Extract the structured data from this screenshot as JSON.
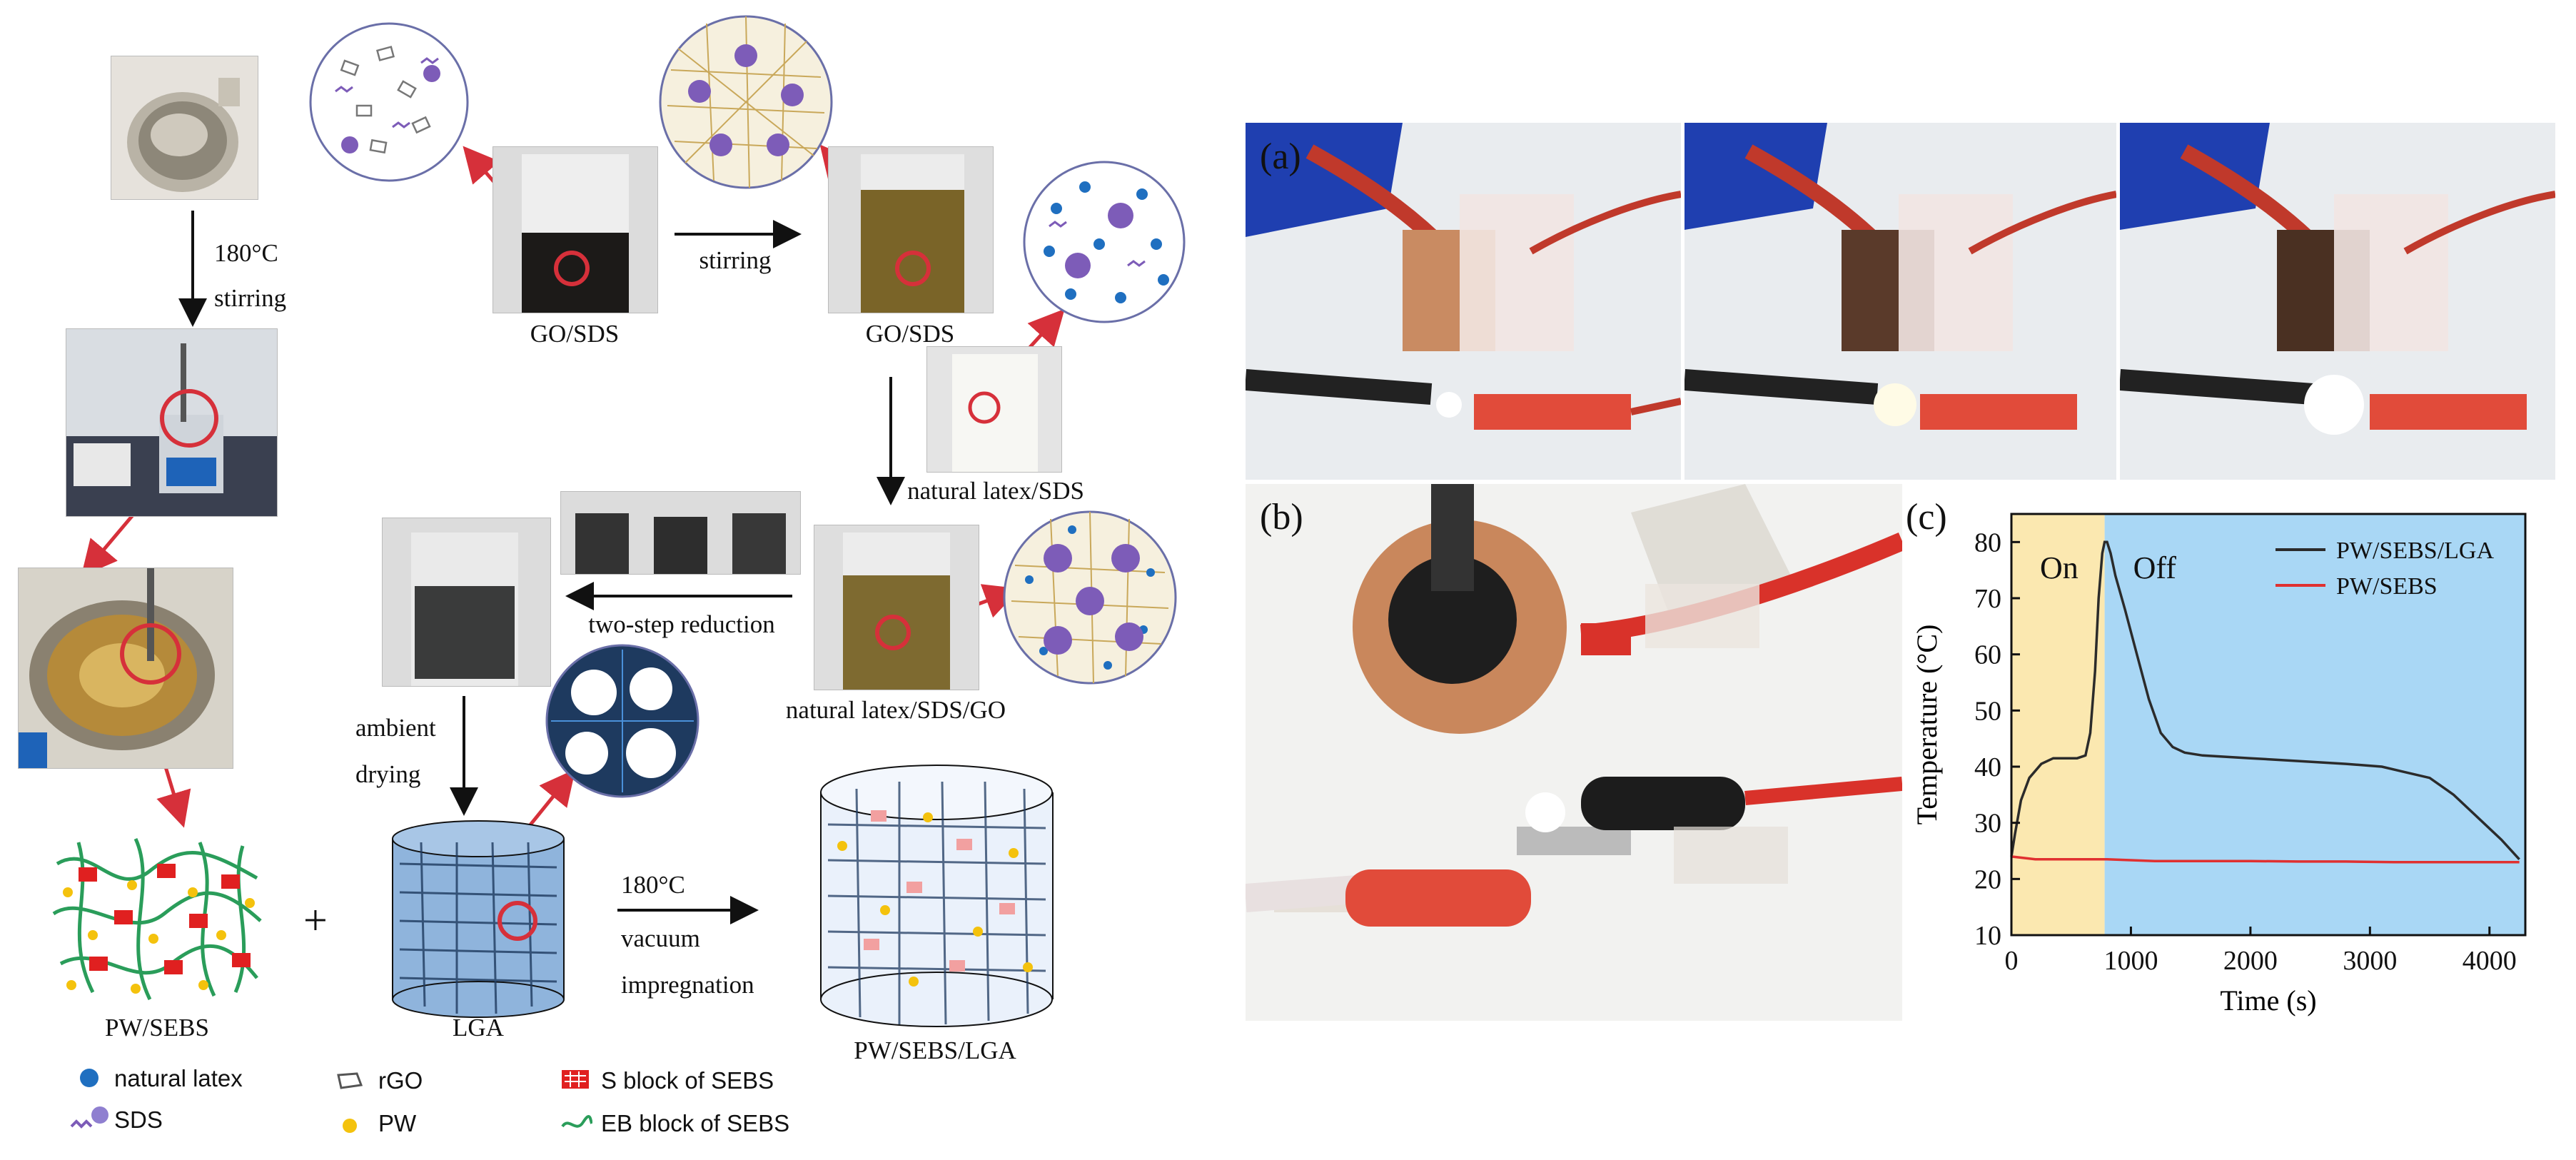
{
  "scheme": {
    "step_180c": "180°C",
    "step_stirring_1": "stirring",
    "label_go_sds_1": "GO/SDS",
    "step_stirring_2": "stirring",
    "label_go_sds_2": "GO/SDS",
    "label_natural_latex_sds": "natural latex/SDS",
    "step_two_step_reduction": "two-step reduction",
    "label_natural_latex_sds_go": "natural latex/SDS/GO",
    "step_ambient": "ambient",
    "step_drying": "drying",
    "label_pw_sebs": "PW/SEBS",
    "plus_sign": "+",
    "label_lga": "LGA",
    "step_180c_2": "180°C",
    "step_vacuum": "vacuum",
    "step_impregnation": "impregnation",
    "label_pw_sebs_lga": "PW/SEBS/LGA"
  },
  "legend": {
    "natural_latex": "natural latex",
    "sds": "SDS",
    "rgo": "rGO",
    "pw": "PW",
    "s_block": "S block of SEBS",
    "eb_block": "EB block of SEBS"
  },
  "panels": {
    "a": "(a)",
    "b": "(b)",
    "c": "(c)"
  },
  "colors": {
    "arrow_red": "#d6303a",
    "latex_blue": "#1f6fc0",
    "sds_purple": "#7d5cb8",
    "pw_yellow": "#f4c20d",
    "eb_green": "#2a9d5a",
    "s_block_red": "#e02020",
    "on_region": "#fbe8b0",
    "off_region": "#a9d7f5",
    "series_pw_sebs_lga": "#2b2b2b",
    "series_pw_sebs": "#e03030"
  },
  "chart_data": {
    "type": "line",
    "xlabel": "Time (s)",
    "ylabel": "Temperature (°C)",
    "xlim": [
      0,
      4300
    ],
    "ylim": [
      10,
      85
    ],
    "xticks": [
      0,
      1000,
      2000,
      3000,
      4000
    ],
    "yticks": [
      10,
      20,
      30,
      40,
      50,
      60,
      70,
      80
    ],
    "regions": [
      {
        "label": "On",
        "x0": 0,
        "x1": 780,
        "color": "#fbe8b0"
      },
      {
        "label": "Off",
        "x0": 780,
        "x1": 4300,
        "color": "#a9d7f5"
      }
    ],
    "legend_position": "top-right",
    "series": [
      {
        "name": "PW/SEBS/LGA",
        "color": "#2b2b2b",
        "x": [
          0,
          30,
          80,
          150,
          250,
          350,
          450,
          550,
          620,
          660,
          700,
          730,
          760,
          780,
          800,
          830,
          870,
          950,
          1050,
          1150,
          1250,
          1350,
          1450,
          1600,
          2000,
          2400,
          2800,
          3100,
          3300,
          3500,
          3700,
          3900,
          4100,
          4250
        ],
        "y": [
          24,
          28,
          34,
          38,
          40.5,
          41.5,
          41.5,
          41.5,
          42,
          46,
          57,
          70,
          78,
          80,
          80,
          78,
          74,
          68,
          60,
          52,
          46,
          43.5,
          42.5,
          42,
          41.5,
          41,
          40.5,
          40,
          39,
          38,
          35,
          31,
          27,
          23.5
        ]
      },
      {
        "name": "PW/SEBS",
        "color": "#e03030",
        "x": [
          0,
          200,
          500,
          800,
          1200,
          1600,
          2000,
          2400,
          2800,
          3200,
          3600,
          4000,
          4250
        ],
        "y": [
          24,
          23.5,
          23.5,
          23.5,
          23.2,
          23.2,
          23.2,
          23.1,
          23.1,
          23,
          23,
          23,
          23
        ]
      }
    ]
  }
}
